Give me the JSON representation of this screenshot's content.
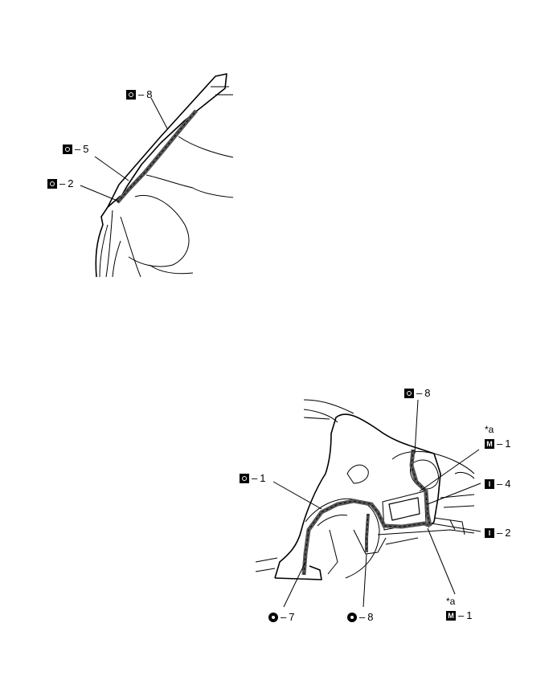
{
  "top_labels": [
    {
      "symbol": "O",
      "number": "8"
    },
    {
      "symbol": "O",
      "number": "5"
    },
    {
      "symbol": "O",
      "number": "2"
    }
  ],
  "bottom_labels": [
    {
      "symbol": "O",
      "number": "8"
    },
    {
      "symbol": "M",
      "number": "1",
      "note": "*a"
    },
    {
      "symbol": "I",
      "number": "4"
    },
    {
      "symbol": "O",
      "number": "1"
    },
    {
      "symbol": "I",
      "number": "2"
    },
    {
      "symbol": "M",
      "number": "1",
      "note": "*a"
    },
    {
      "symbol": "O",
      "number": "7",
      "style": "circle"
    },
    {
      "symbol": "O",
      "number": "8",
      "style": "circle"
    }
  ],
  "dash": "–"
}
